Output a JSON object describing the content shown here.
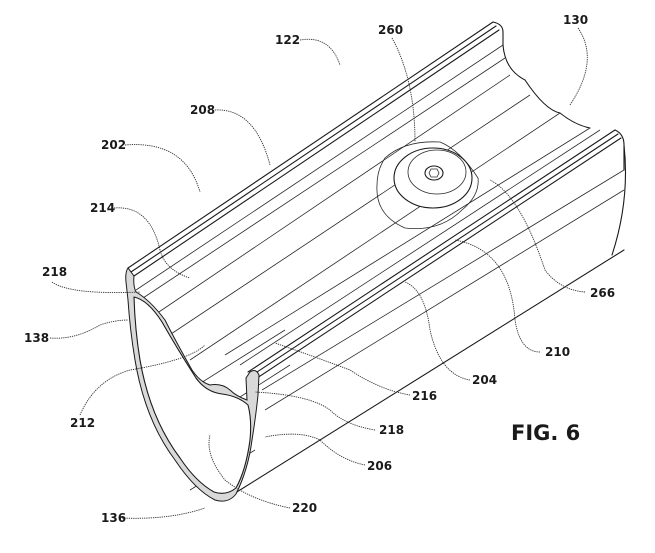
{
  "figure": {
    "title": "FIG. 6",
    "labels": {
      "l122": "122",
      "l130": "130",
      "l260": "260",
      "l208": "208",
      "l202": "202",
      "l214": "214",
      "l218a": "218",
      "l138": "138",
      "l266": "266",
      "l210": "210",
      "l204": "204",
      "l216": "216",
      "l212": "212",
      "l218b": "218",
      "l206": "206",
      "l220": "220",
      "l136": "136"
    }
  }
}
